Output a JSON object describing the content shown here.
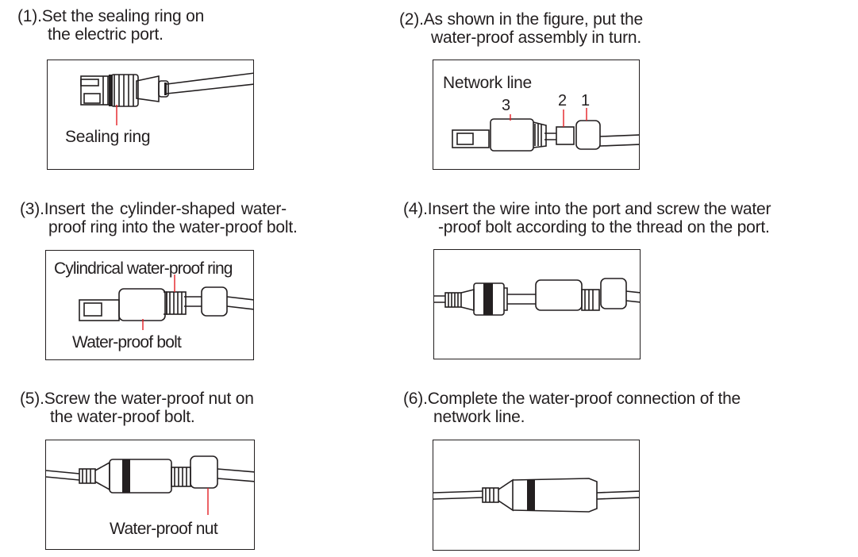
{
  "steps": [
    {
      "line1": "(1).Set the sealing ring on",
      "line2": "the electric port."
    },
    {
      "line1": "(2).As shown in the figure, put the",
      "line2": "water-proof assembly in turn."
    },
    {
      "line1": "(3).Insert  the  cylinder-shaped  water-",
      "line2": "proof ring into the water-proof bolt."
    },
    {
      "line1": "(4).Insert the wire into the port and screw the water",
      "line2": "-proof bolt according to the thread on the port."
    },
    {
      "line1": "(5).Screw the water-proof nut on",
      "line2": "the water-proof bolt."
    },
    {
      "line1": "(6).Complete the water-proof connection of the",
      "line2": "network line."
    }
  ],
  "labels": {
    "sealing_ring": "Sealing ring",
    "network_line": "Network line",
    "part3": "3",
    "part2": "2",
    "part1": "1",
    "cylindrical_ring": "Cylindrical water-proof ring",
    "waterproof_bolt": "Water-proof bolt",
    "waterproof_nut": "Water-proof nut"
  },
  "colors": {
    "ink": "#231f20",
    "leader": "#e31e24"
  }
}
